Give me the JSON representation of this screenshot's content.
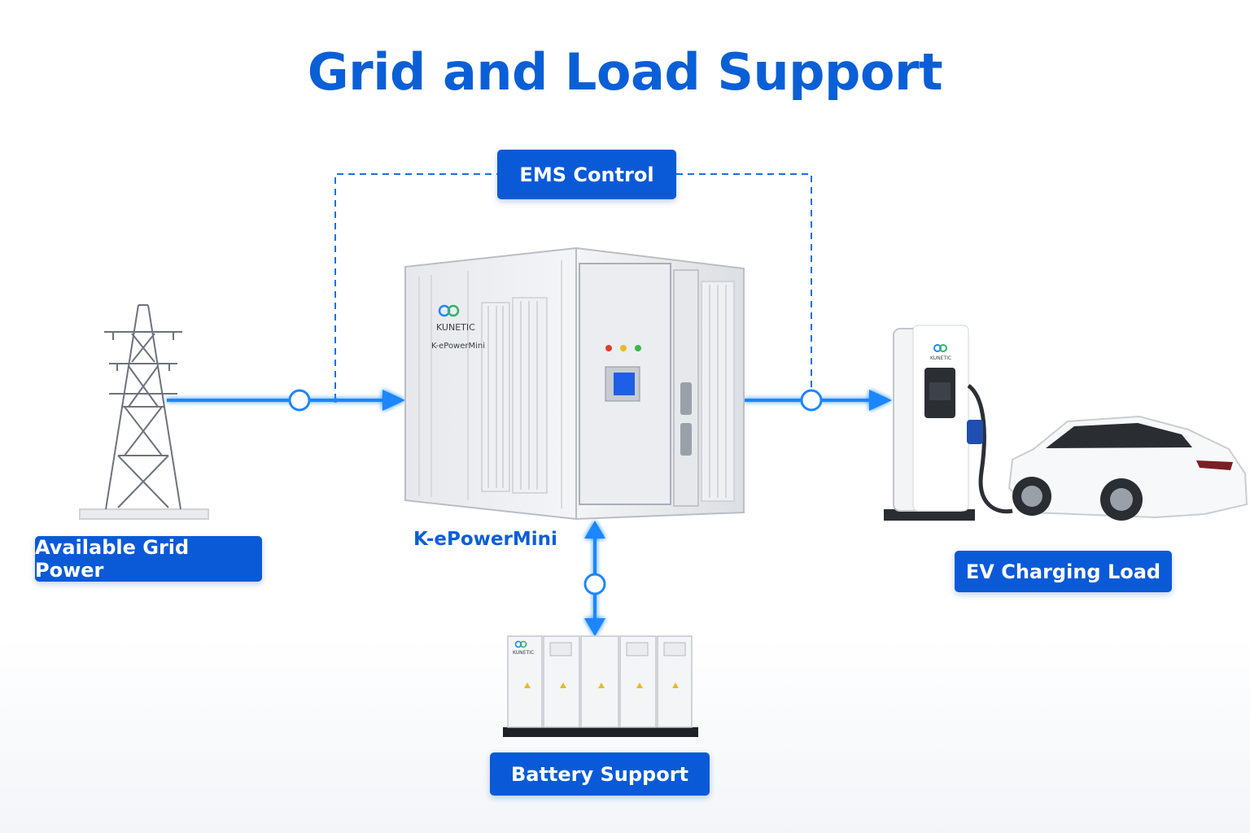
{
  "title": "Grid and Load Support",
  "labels": {
    "ems": "EMS Control",
    "grid": "Available Grid Power",
    "ev": "EV Charging Load",
    "battery": "Battery Support",
    "device": "K-ePowerMini"
  },
  "container": {
    "brand": "KUNETIC",
    "model": "K-ePowerMini"
  },
  "charger": {
    "brand": "KUNETIC"
  },
  "battery": {
    "brand": "KUNETIC"
  },
  "colors": {
    "accent": "#0a5ad7",
    "flow": "#1e86ff",
    "title": "#0b5fd6"
  },
  "icons": [
    "transmission-tower-icon",
    "container-icon",
    "charger-icon",
    "car-icon",
    "battery-cabinet-icon"
  ]
}
